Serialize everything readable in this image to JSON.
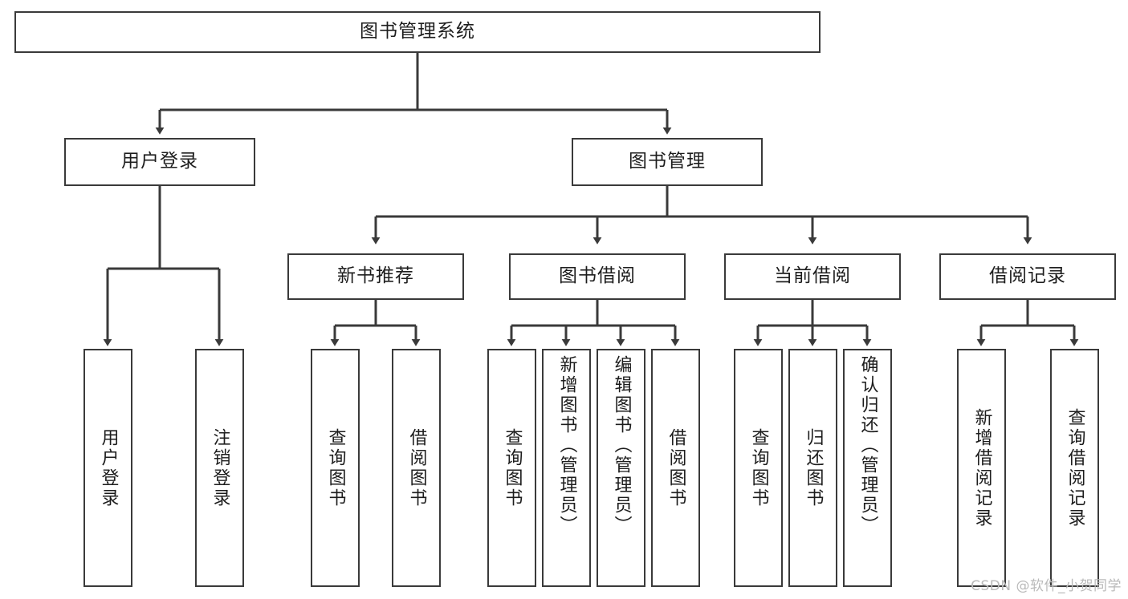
{
  "diagram": {
    "title": "图书管理系统",
    "type": "tree",
    "orientation": "top-down",
    "colors": {
      "box_border": "#3a3a3a",
      "box_fill": "#ffffff",
      "edge": "#3a3a3a",
      "text": "#1d1d1d",
      "background": "#ffffff",
      "watermark": "#b9b9b9"
    },
    "watermark": "CSDN @软件_小贺同学",
    "nodes": {
      "root": {
        "label": "图书管理系统",
        "level": 1
      },
      "level2": [
        {
          "id": "user-login",
          "label": "用户登录"
        },
        {
          "id": "book-manage",
          "label": "图书管理"
        }
      ],
      "level3": [
        {
          "id": "new-book-recommend",
          "label": "新书推荐",
          "parent": "book-manage"
        },
        {
          "id": "book-borrow",
          "label": "图书借阅",
          "parent": "book-manage"
        },
        {
          "id": "current-borrow",
          "label": "当前借阅",
          "parent": "book-manage"
        },
        {
          "id": "borrow-record",
          "label": "借阅记录",
          "parent": "book-manage"
        }
      ],
      "leaves": [
        {
          "id": "leaf-user-login",
          "label": "用户登录",
          "parent": "user-login"
        },
        {
          "id": "leaf-user-logout",
          "label": "注销登录",
          "parent": "user-login"
        },
        {
          "id": "leaf-query-book-1",
          "label": "查询图书",
          "parent": "new-book-recommend"
        },
        {
          "id": "leaf-borrow-book-1",
          "label": "借阅图书",
          "parent": "new-book-recommend"
        },
        {
          "id": "leaf-query-book-2",
          "label": "查询图书",
          "parent": "book-borrow"
        },
        {
          "id": "leaf-add-book",
          "label": "新增图书（管理员）",
          "parent": "book-borrow"
        },
        {
          "id": "leaf-edit-book",
          "label": "编辑图书（管理员）",
          "parent": "book-borrow"
        },
        {
          "id": "leaf-borrow-book-2",
          "label": "借阅图书",
          "parent": "book-borrow"
        },
        {
          "id": "leaf-query-book-3",
          "label": "查询图书",
          "parent": "current-borrow"
        },
        {
          "id": "leaf-return-book",
          "label": "归还图书",
          "parent": "current-borrow"
        },
        {
          "id": "leaf-confirm-return",
          "label": "确认归还（管理员）",
          "parent": "current-borrow"
        },
        {
          "id": "leaf-add-record",
          "label": "新增借阅记录",
          "parent": "borrow-record"
        },
        {
          "id": "leaf-query-record",
          "label": "查询借阅记录",
          "parent": "borrow-record"
        }
      ]
    }
  }
}
